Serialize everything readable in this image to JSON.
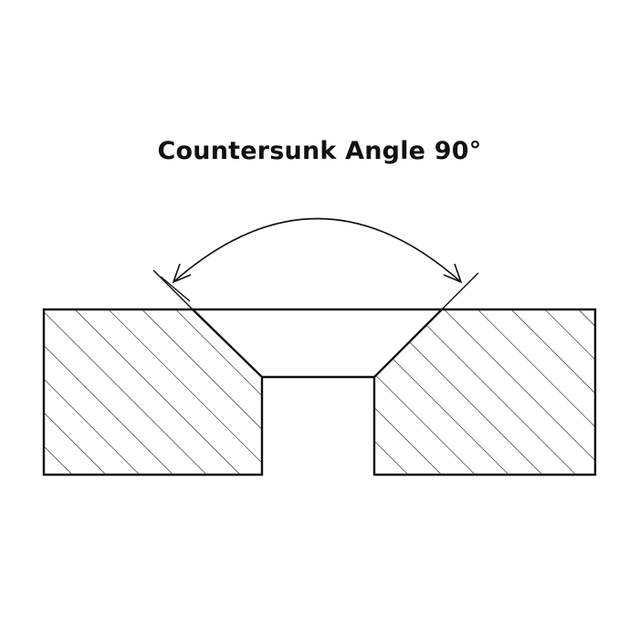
{
  "title": "Countersunk Angle 90°",
  "diagram": {
    "subject": "countersunk hole cross-section",
    "countersink_angle_deg": 90,
    "colors": {
      "line": "#111111",
      "hatch": "#111111",
      "background": "#ffffff"
    }
  }
}
